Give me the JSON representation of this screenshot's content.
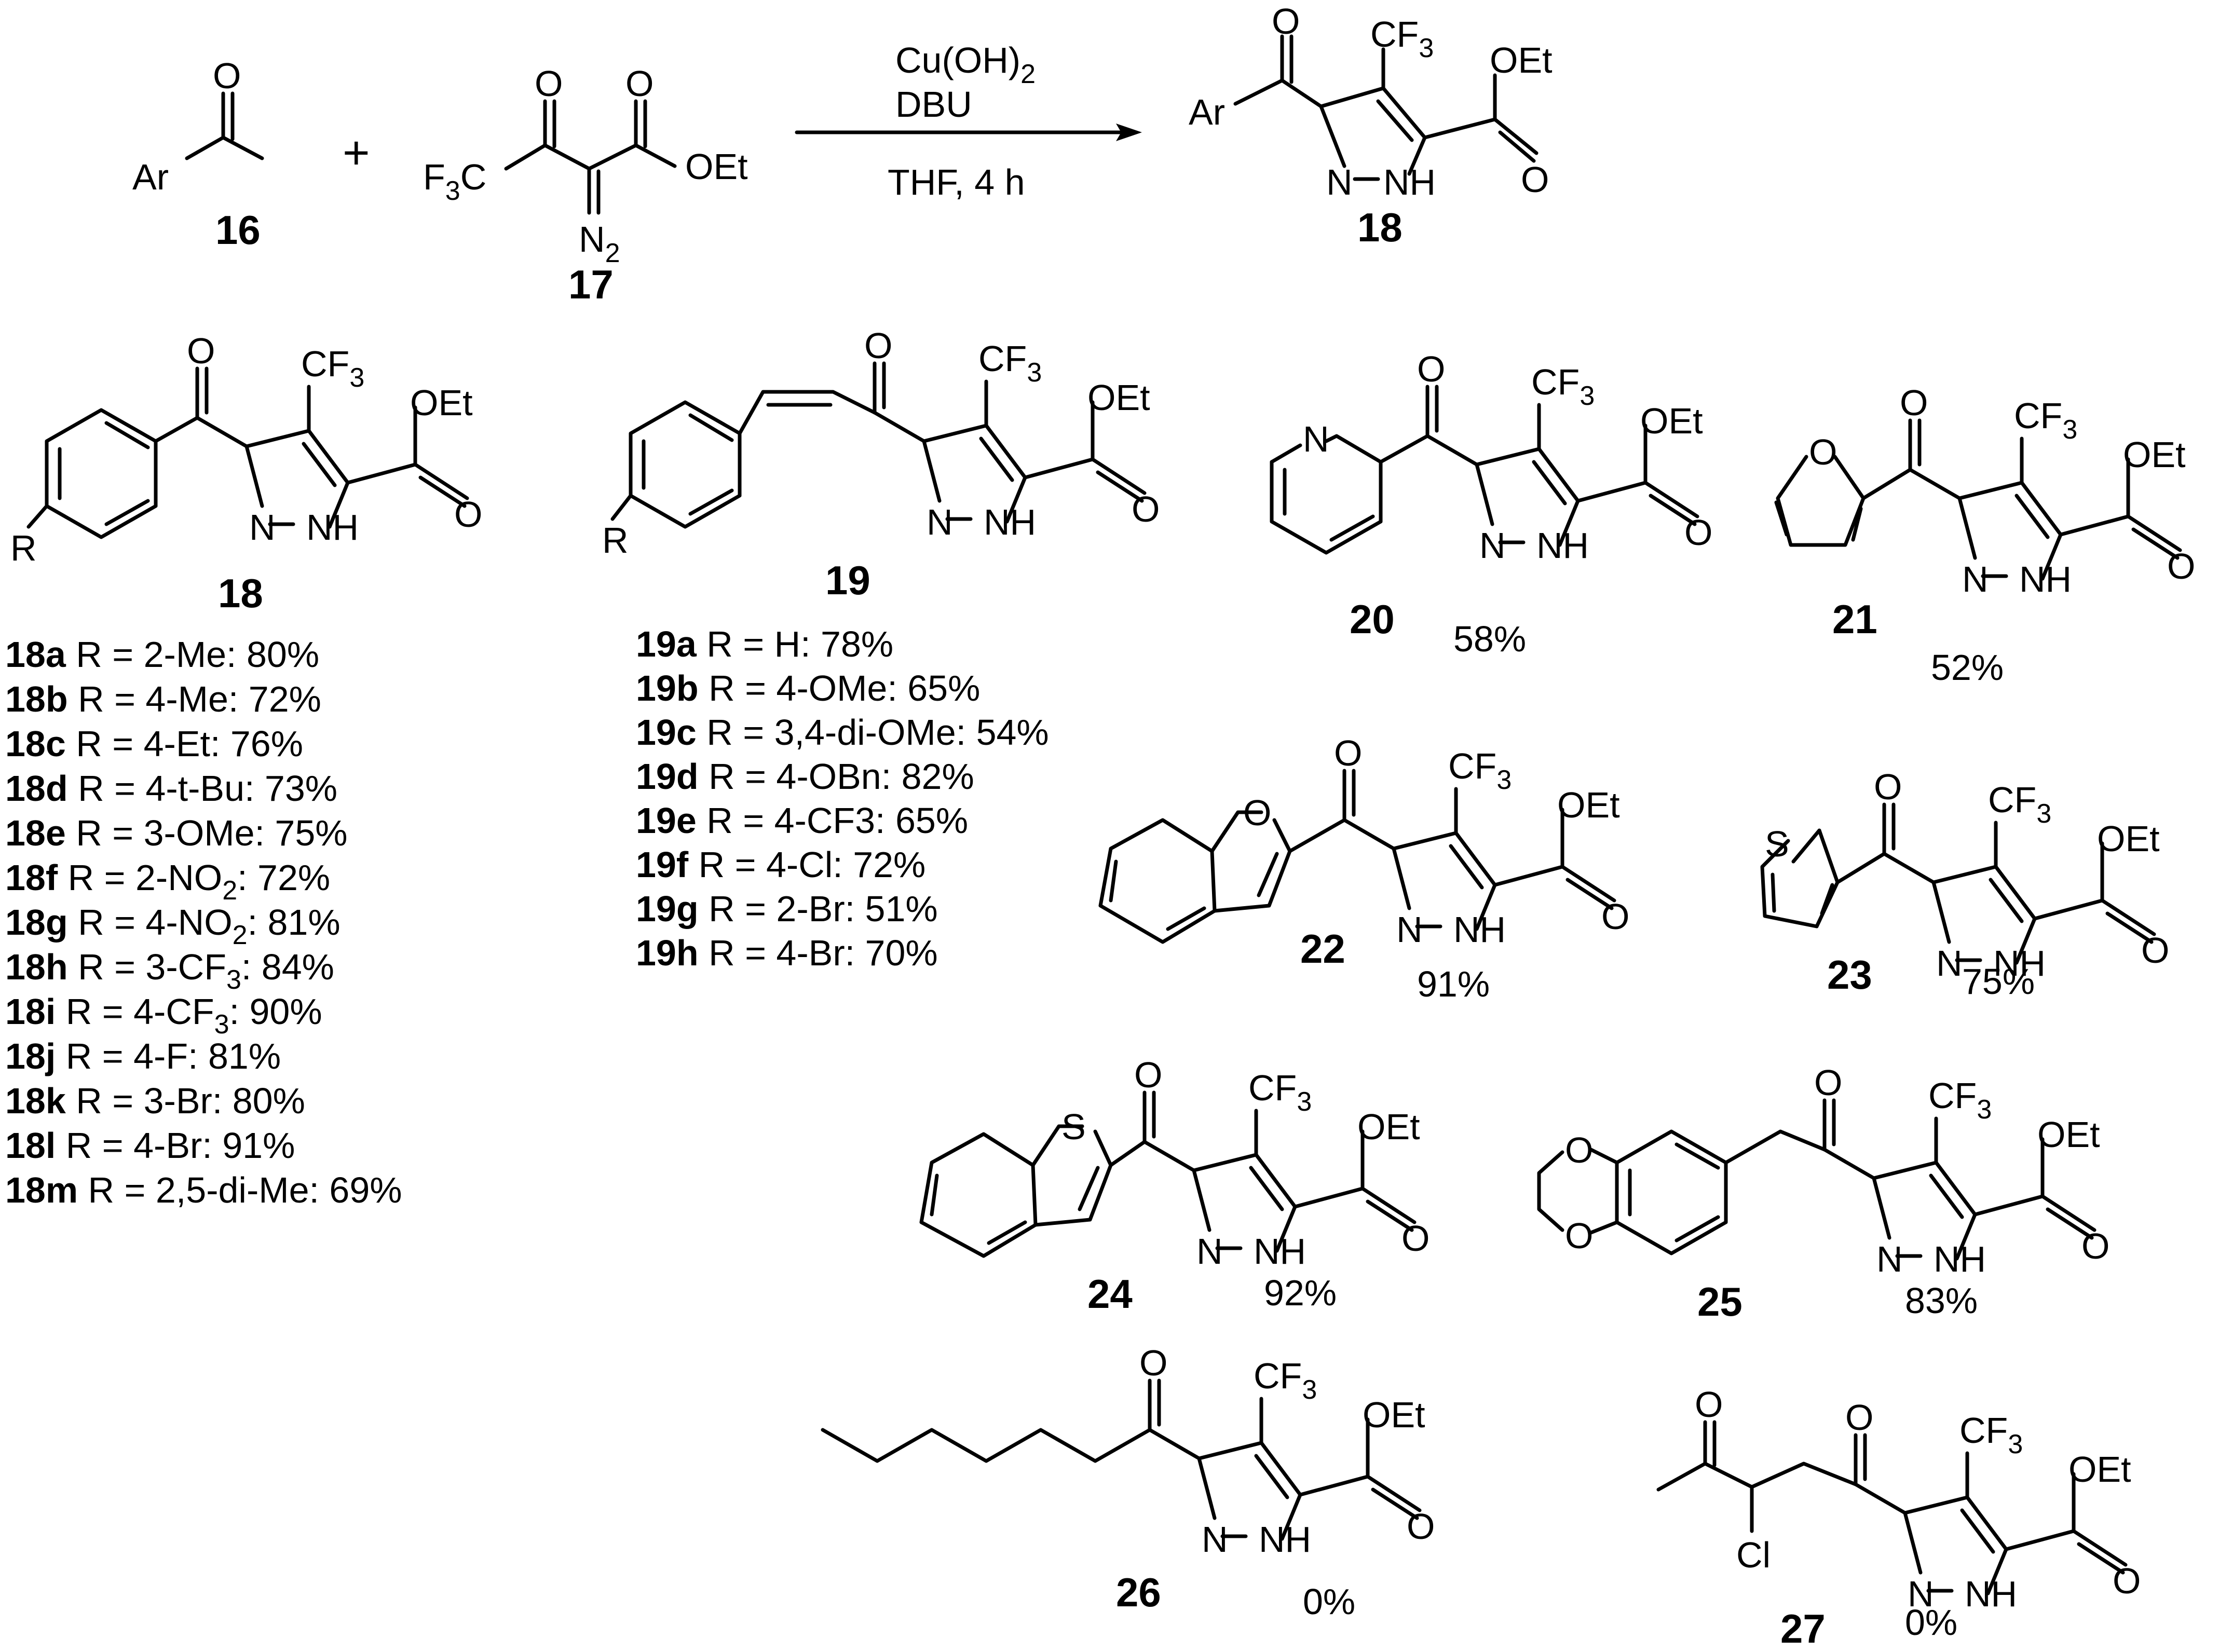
{
  "reaction": {
    "reagent_line1": "Cu(OH)",
    "reagent_line1_sub": "2",
    "reagent_line2": "DBU",
    "conditions": "THF, 4 h",
    "plus": "+",
    "sm1_label": "16",
    "sm2_label": "17",
    "product_label": "18"
  },
  "atoms": {
    "ar": "Ar",
    "o": "O",
    "oet": "OEt",
    "cf3": "CF",
    "cf3_sub": "3",
    "f3c": "F",
    "f3c_sub": "3",
    "c": "C",
    "n2": "N",
    "n2_sub": "2",
    "n": "N",
    "nh": "NH",
    "r": "R",
    "s": "S",
    "cl": "Cl"
  },
  "series18": {
    "label": "18",
    "items": [
      {
        "id": "18a",
        "text": " R = 2-Me: 80%"
      },
      {
        "id": "18b",
        "text": " R = 4-Me: 72%"
      },
      {
        "id": "18c",
        "text": " R = 4-Et: 76%"
      },
      {
        "id": "18d",
        "text": " R = 4-t-Bu: 73%"
      },
      {
        "id": "18e",
        "text": " R = 3-OMe: 75%"
      },
      {
        "id": "18f",
        "text": " R = 2-NO",
        "sub": "2",
        "tail": ": 72%"
      },
      {
        "id": "18g",
        "text": " R = 4-NO",
        "sub": "2",
        "tail": ": 81%"
      },
      {
        "id": "18h",
        "text": " R = 3-CF",
        "sub": "3",
        "tail": ": 84%"
      },
      {
        "id": "18i",
        "text": " R = 4-CF",
        "sub": "3",
        "tail": ": 90%"
      },
      {
        "id": "18j",
        "text": " R = 4-F: 81%"
      },
      {
        "id": "18k",
        "text": " R = 3-Br: 80%"
      },
      {
        "id": "18l",
        "text": " R = 4-Br: 91%"
      },
      {
        "id": "18m",
        "text": " R = 2,5-di-Me: 69%"
      }
    ]
  },
  "series19": {
    "label": "19",
    "items": [
      {
        "id": "19a",
        "text": " R = H: 78%"
      },
      {
        "id": "19b",
        "text": " R = 4-OMe: 65%"
      },
      {
        "id": "19c",
        "text": " R = 3,4-di-OMe: 54%"
      },
      {
        "id": "19d",
        "text": " R = 4-OBn: 82%"
      },
      {
        "id": "19e",
        "text": " R = 4-CF3: 65%"
      },
      {
        "id": "19f",
        "text": " R = 4-Cl: 72%"
      },
      {
        "id": "19g",
        "text": " R = 2-Br: 51%"
      },
      {
        "id": "19h",
        "text": " R = 4-Br: 70%"
      }
    ]
  },
  "compounds": [
    {
      "label": "20",
      "yield": "58%"
    },
    {
      "label": "21",
      "yield": "52%"
    },
    {
      "label": "22",
      "yield": "91%"
    },
    {
      "label": "23",
      "yield": "75%"
    },
    {
      "label": "24",
      "yield": "92%"
    },
    {
      "label": "25",
      "yield": "83%"
    },
    {
      "label": "26",
      "yield": "0%"
    },
    {
      "label": "27",
      "yield": "0%"
    }
  ]
}
